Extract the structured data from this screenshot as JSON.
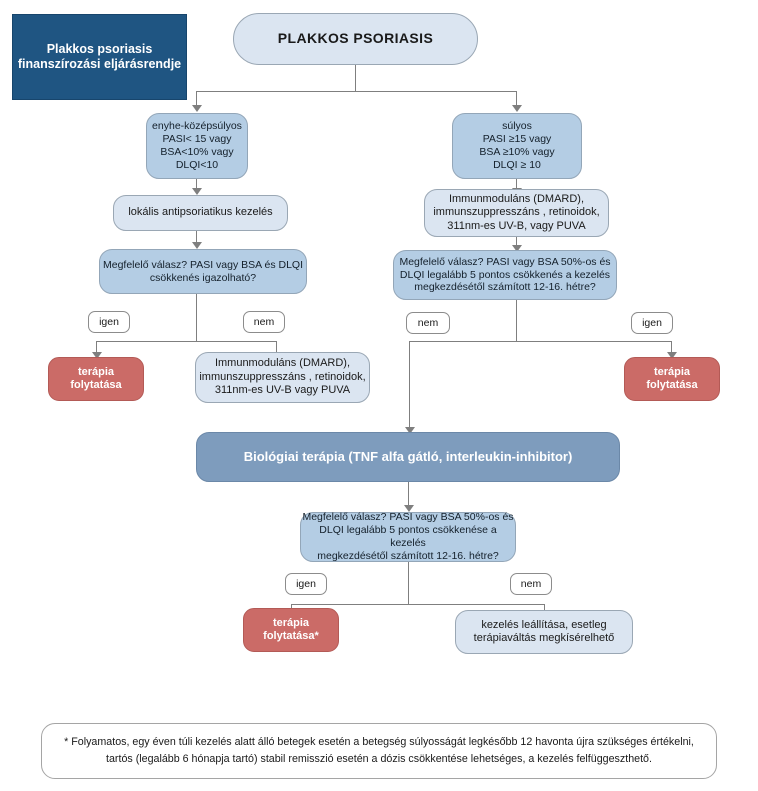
{
  "banner": {
    "line1": "Plakkos psoriasis",
    "line2": "finanszírozási eljárásrendje"
  },
  "nodes": {
    "root": "PLAKKOS PSORIASIS",
    "mild": "enyhe-középsúlyos\nPASI< 15 vagy\nBSA<10% vagy\nDLQI<10",
    "severe": "súlyos\nPASI ≥15 vagy\nBSA ≥10% vagy\nDLQI ≥ 10",
    "topical": "lokális antipsoriatikus kezelés",
    "dmard_right": "Immunmoduláns (DMARD),\nimmunszuppresszáns , retinoidok,\n311nm-es UV-B, vagy PUVA",
    "decision_left": "Megfelelő válasz? PASI vagy BSA és DLQI\ncsökkenés igazolható?",
    "decision_right": "Megfelelő válasz? PASI vagy BSA  50%-os és\nDLQI legalább 5 pontos  csökkenés a kezelés\nmegkezdésétől számított 12-16. hétre?",
    "continue_left": "terápia\nfolytatása",
    "dmard_mid": "Immunmoduláns (DMARD),\nimmunszuppresszáns , retinoidok,\n311nm-es UV-B vagy PUVA",
    "continue_right": "terápia\nfolytatása",
    "biologic": "Biológiai terápia (TNF alfa gátló, interleukin-inhibitor)",
    "decision_bottom": "Megfelelő válasz? PASI vagy BSA 50%-os és\nDLQI legalább 5 pontos csökkenése a kezelés\nmegkezdésétől számított 12-16. hétre?",
    "continue_star": "terápia\nfolytatása*",
    "stop": "kezelés leállítása, esetleg\nterápiaváltás megkísérelhető"
  },
  "tags": {
    "yes": "igen",
    "no": "nem"
  },
  "footnote": "* Folyamatos, egy éven túli kezelés alatt álló betegek esetén a betegség súlyosságát legkésőbb 12 havonta újra szükséges értékelni, tartós (legalább 6 hónapja tartó) stabil remisszió esetén a dózis csökkentése lehetséges, a kezelés felfüggeszthető.",
  "colors": {
    "banner_blue": "#1f5582",
    "pale_blue": "#dbe5f1",
    "mid_blue": "#b4cde4",
    "bar_blue": "#7e9cbd",
    "red": "#cb6b67",
    "connector_gray": "#7f7f7f"
  }
}
